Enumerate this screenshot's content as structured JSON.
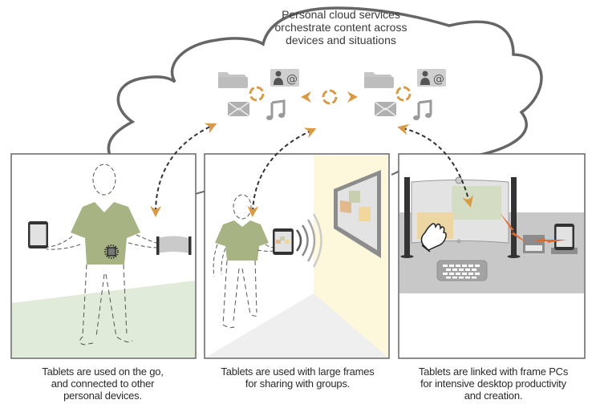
{
  "cloud": {
    "title_lines": [
      "Personal cloud services",
      "orchestrate content across",
      "devices and situations"
    ],
    "icons_left": [
      "folder-icon",
      "contact-email-icon",
      "sync-icon",
      "mail-icon",
      "music-note-icon"
    ],
    "icons_right": [
      "folder-icon",
      "contact-email-icon",
      "sync-icon",
      "mail-icon",
      "music-note-icon"
    ],
    "center_icon": "bidirectional-sync-icon"
  },
  "panels": [
    {
      "id": "on-the-go",
      "scene": "person wearing shirt with chip, holding tablet and armband device",
      "caption_lines": [
        "Tablets are used on the go,",
        "and connected to other",
        "personal devices."
      ]
    },
    {
      "id": "large-frames",
      "scene": "person casting tablet content wirelessly to a wall-mounted frame",
      "caption_lines": [
        "Tablets are used with large frames",
        "for sharing with groups."
      ]
    },
    {
      "id": "frame-pcs",
      "scene": "desk with curved frame display, speakers, keyboard, hand gesture, linked tablet",
      "caption_lines": [
        "Tablets are linked with frame PCs",
        "for intensive desktop productivity",
        "and creation."
      ]
    }
  ],
  "colors": {
    "accent_orange": "#d99a45",
    "shirt_green": "#a7b383",
    "floor_green": "#e1ebd9",
    "wall_yellow": "#fdf7dc",
    "desk_gray": "#c8c8c8",
    "outline_gray": "#666666",
    "icon_gray": "#b5b5b5",
    "zap_orange": "#e06a2c"
  }
}
